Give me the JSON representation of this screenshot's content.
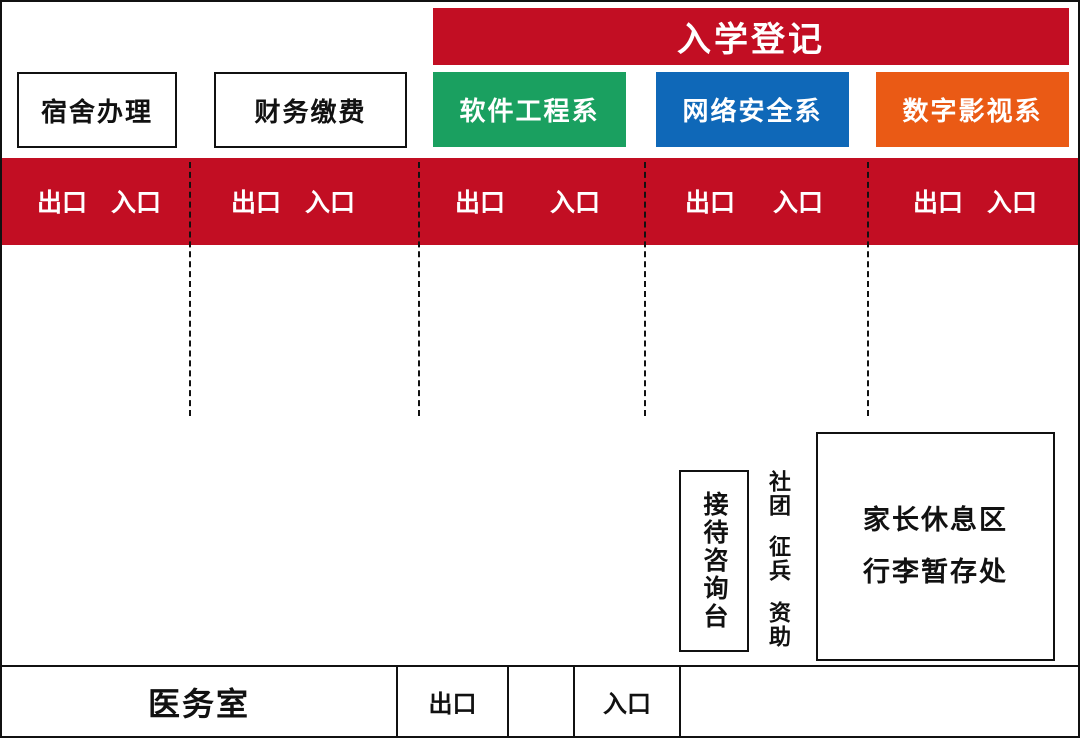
{
  "colors": {
    "primary_red": "#c20e23",
    "software_green": "#1aa060",
    "network_blue": "#0f68b8",
    "media_orange": "#ea5a15",
    "line": "#111111",
    "background": "#ffffff"
  },
  "header": {
    "title": "入学登记"
  },
  "top_boxes": {
    "dormitory": "宿舍办理",
    "finance": "财务缴费"
  },
  "departments": [
    {
      "label": "软件工程系",
      "color": "#1aa060"
    },
    {
      "label": "网络安全系",
      "color": "#0f68b8"
    },
    {
      "label": "数字影视系",
      "color": "#ea5a15"
    }
  ],
  "band": {
    "lanes": [
      {
        "exit": "出口",
        "entrance": "入口"
      },
      {
        "exit": "出口",
        "entrance": "入口"
      },
      {
        "exit": "出口",
        "entrance": "入口"
      },
      {
        "exit": "出口",
        "entrance": "入口"
      },
      {
        "exit": "出口",
        "entrance": "入口"
      }
    ]
  },
  "services": {
    "reception": "接待咨询台",
    "columns": [
      "社团",
      "征兵",
      "资助"
    ]
  },
  "lounge": {
    "line1": "家长休息区",
    "line2": "行李暂存处"
  },
  "bottom": {
    "clinic": "医务室",
    "exit": "出口",
    "entrance": "入口"
  }
}
